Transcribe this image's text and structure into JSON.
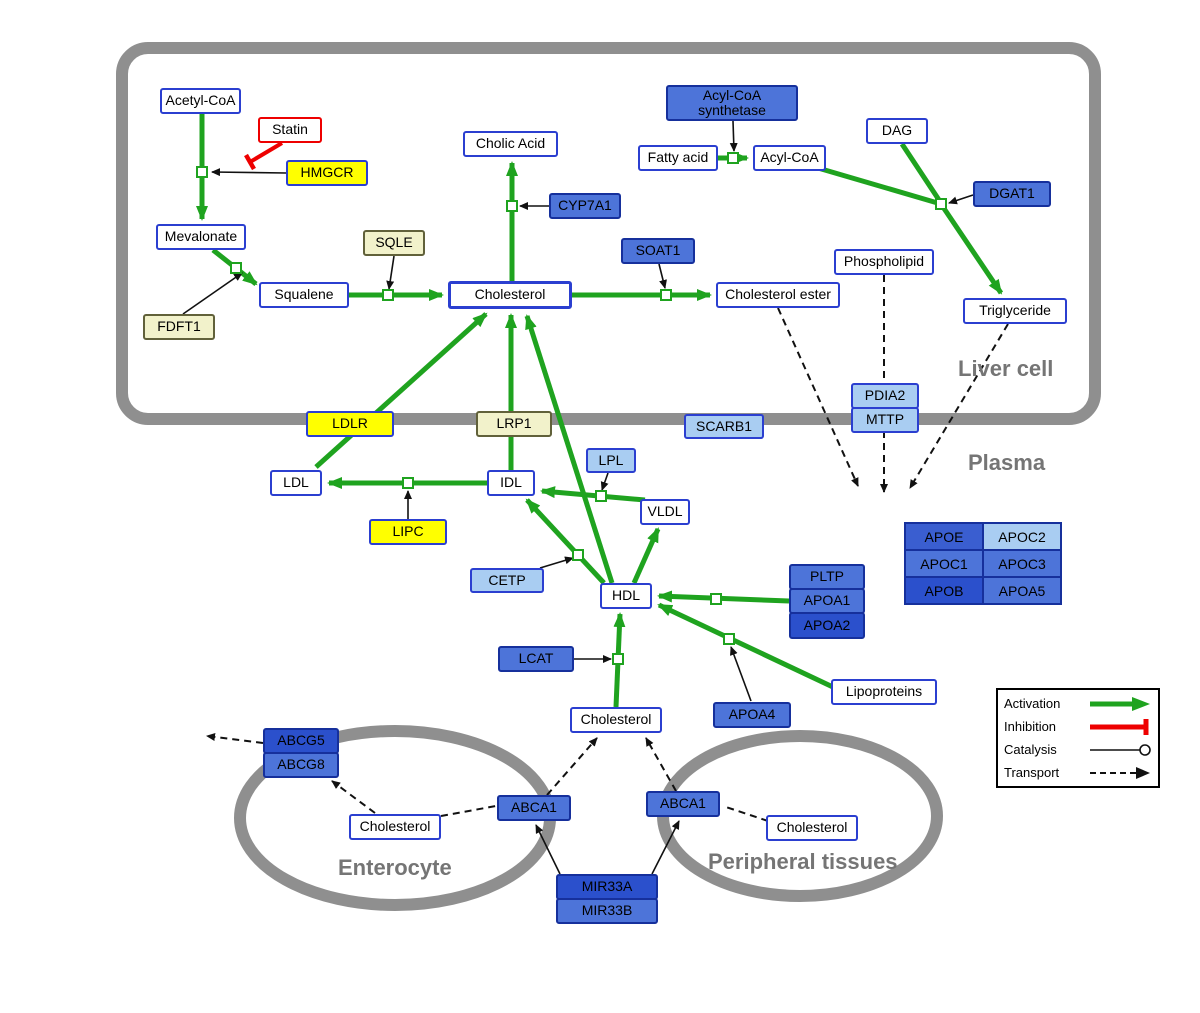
{
  "compartments": {
    "liver": "Liver cell",
    "plasma": "Plasma",
    "enterocyte": "Enterocyte",
    "peripheral": "Peripheral tissues"
  },
  "nodes": {
    "acetyl_coa": "Acetyl-CoA",
    "statin": "Statin",
    "hmgcr": "HMGCR",
    "mevalonate": "Mevalonate",
    "fdft1": "FDFT1",
    "sqle": "SQLE",
    "squalene": "Squalene",
    "cholesterol_liver": "Cholesterol",
    "cholic_acid": "Cholic Acid",
    "cyp7a1": "CYP7A1",
    "soat1": "SOAT1",
    "cholesterol_ester": "Cholesterol ester",
    "acyl_coa_synthetase": "Acyl-CoA synthetase",
    "fatty_acid": "Fatty acid",
    "acyl_coa": "Acyl-CoA",
    "dag": "DAG",
    "dgat1": "DGAT1",
    "phospholipid": "Phospholipid",
    "triglyceride": "Triglyceride",
    "pdia2": "PDIA2",
    "mttp": "MTTP",
    "ldlr": "LDLR",
    "lrp1": "LRP1",
    "scarb1": "SCARB1",
    "ldl": "LDL",
    "idl": "IDL",
    "lipc": "LIPC",
    "lpl": "LPL",
    "vldl": "VLDL",
    "cetp": "CETP",
    "hdl": "HDL",
    "lcat": "LCAT",
    "pltp": "PLTP",
    "apoa1": "APOA1",
    "apoa2": "APOA2",
    "apoa4": "APOA4",
    "lipoproteins": "Lipoproteins",
    "apoe": "APOE",
    "apoc2": "APOC2",
    "apoc1": "APOC1",
    "apoc3": "APOC3",
    "apob": "APOB",
    "apoa5": "APOA5",
    "cholesterol_plasma": "Cholesterol",
    "abcg5": "ABCG5",
    "abcg8": "ABCG8",
    "cholesterol_enterocyte": "Cholesterol",
    "abca1_left": "ABCA1",
    "abca1_right": "ABCA1",
    "cholesterol_peripheral": "Cholesterol",
    "mir33a": "MIR33A",
    "mir33b": "MIR33B"
  },
  "legend": {
    "activation": "Activation",
    "inhibition": "Inhibition",
    "catalysis": "Catalysis",
    "transport": "Transport"
  },
  "colors": {
    "activation_green": "#1fa31f",
    "inhibition_red": "#ee0000",
    "membrane_gray": "#8f8f8f",
    "gene_blue": "#4d74d9",
    "gene_blue_dark": "#2b50cc",
    "gene_blue_light": "#a9cdf2",
    "gene_yellow": "#ffff00",
    "gene_cream": "#f2f2cb"
  },
  "edges": [
    {
      "from": "Acetyl-CoA",
      "to": "Mevalonate",
      "type": "activation",
      "catalyst": "HMGCR",
      "inhibitor": "Statin"
    },
    {
      "from": "Mevalonate",
      "to": "Squalene",
      "type": "activation",
      "catalyst": "FDFT1"
    },
    {
      "from": "Squalene",
      "to": "Cholesterol",
      "type": "activation",
      "catalyst": "SQLE"
    },
    {
      "from": "Cholesterol",
      "to": "Cholic Acid",
      "type": "activation",
      "catalyst": "CYP7A1"
    },
    {
      "from": "Cholesterol",
      "to": "Cholesterol ester",
      "type": "activation",
      "catalyst": "SOAT1"
    },
    {
      "from": "Fatty acid",
      "to": "Acyl-CoA",
      "type": "activation",
      "catalyst": "Acyl-CoA synthetase"
    },
    {
      "from": "Acyl-CoA",
      "to": "Triglyceride",
      "type": "activation",
      "catalyst": "DGAT1"
    },
    {
      "from": "DAG",
      "to": "Triglyceride",
      "type": "activation",
      "catalyst": "DGAT1"
    },
    {
      "from": "IDL",
      "to": "LDL",
      "type": "activation",
      "catalyst": "LIPC"
    },
    {
      "from": "VLDL",
      "to": "IDL",
      "type": "activation",
      "catalyst": "LPL"
    },
    {
      "from": "HDL",
      "to": "IDL",
      "type": "activation",
      "catalyst": "CETP"
    },
    {
      "from": "LDL",
      "to": "Cholesterol",
      "type": "activation",
      "via": "LDLR"
    },
    {
      "from": "IDL",
      "to": "Cholesterol",
      "type": "activation",
      "via": "LRP1"
    },
    {
      "from": "HDL",
      "to": "Cholesterol",
      "type": "activation"
    },
    {
      "from": "HDL",
      "to": "VLDL",
      "type": "activation"
    },
    {
      "from": "PLTP/APOA1/APOA2",
      "to": "HDL",
      "type": "activation"
    },
    {
      "from": "Lipoproteins",
      "to": "HDL",
      "type": "activation",
      "catalyst": "APOA4"
    },
    {
      "from": "Cholesterol (plasma)",
      "to": "HDL",
      "type": "activation",
      "catalyst": "LCAT"
    },
    {
      "from": "Cholesterol ester",
      "to": "plasma",
      "type": "transport"
    },
    {
      "from": "Phospholipid",
      "to": "plasma",
      "type": "transport"
    },
    {
      "from": "Triglyceride",
      "to": "plasma",
      "type": "transport"
    },
    {
      "from": "Cholesterol (enterocyte)",
      "to": "ABCG5/ABCG8",
      "type": "transport"
    },
    {
      "from": "Cholesterol (enterocyte)",
      "to": "Cholesterol (plasma)",
      "type": "transport",
      "via": "ABCA1"
    },
    {
      "from": "Cholesterol (peripheral)",
      "to": "Cholesterol (plasma)",
      "type": "transport",
      "via": "ABCA1"
    },
    {
      "from": "MIR33A/MIR33B",
      "to": "ABCA1",
      "type": "regulation"
    }
  ]
}
